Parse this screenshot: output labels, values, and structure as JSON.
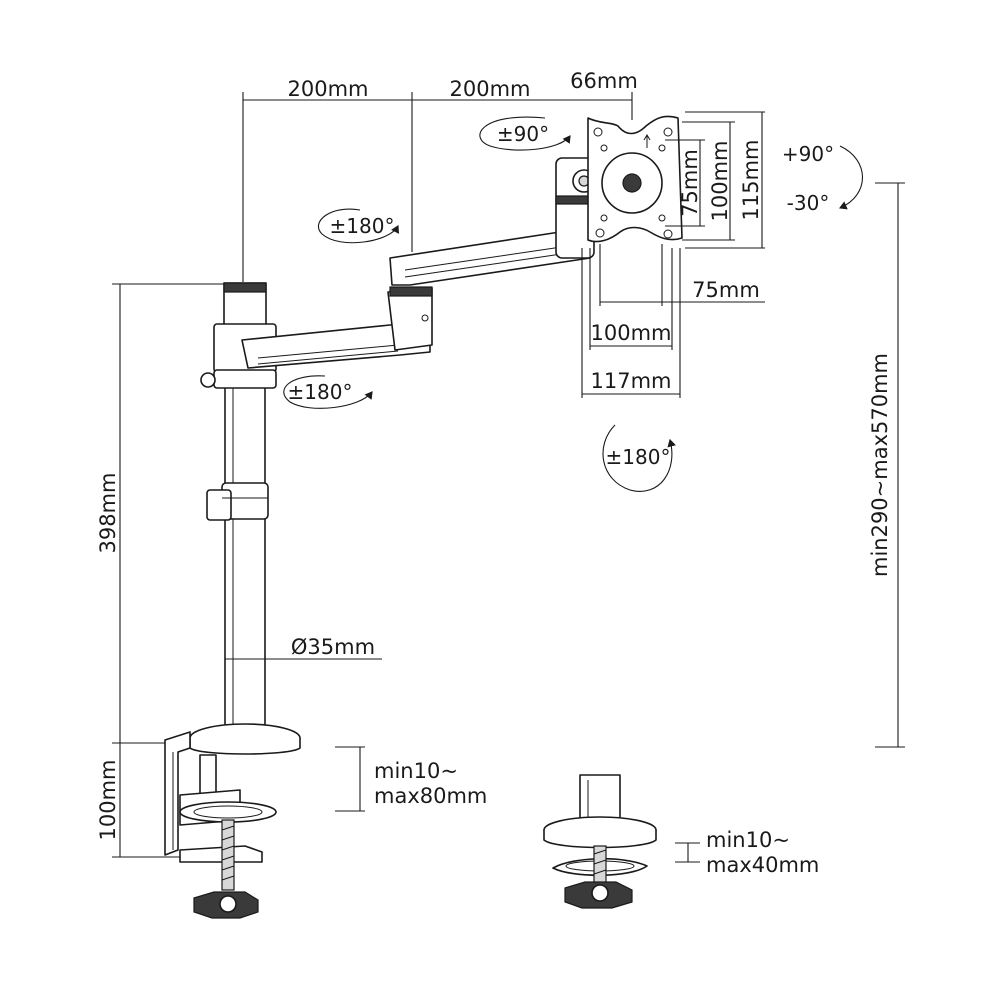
{
  "dimensions": {
    "arm_reach_1": "200mm",
    "arm_reach_2": "200mm",
    "plate_offset": "66mm",
    "vesa_h_small": "75mm",
    "vesa_h_large": "100mm",
    "plate_height": "115mm",
    "vesa_w_small": "75mm",
    "vesa_w_large": "100mm",
    "plate_width": "117mm",
    "pole_height": "398mm",
    "pole_diameter": "Ø35mm",
    "height_range": "min290~max570mm",
    "clamp_height": "100mm",
    "clamp_range_1_min": "min10~",
    "clamp_range_1_max": "max80mm",
    "clamp_range_2_min": "min10~",
    "clamp_range_2_max": "max40mm"
  },
  "rotations": {
    "head_swivel": "±90°",
    "tilt_up": "+90°",
    "tilt_down": "-30°",
    "elbow_swivel": "±180°",
    "base_swivel": "±180°",
    "screen_rotate": "±180°"
  },
  "colors": {
    "line": "#1a1a1a",
    "shade": "#d8d8d8",
    "background": "#ffffff"
  }
}
